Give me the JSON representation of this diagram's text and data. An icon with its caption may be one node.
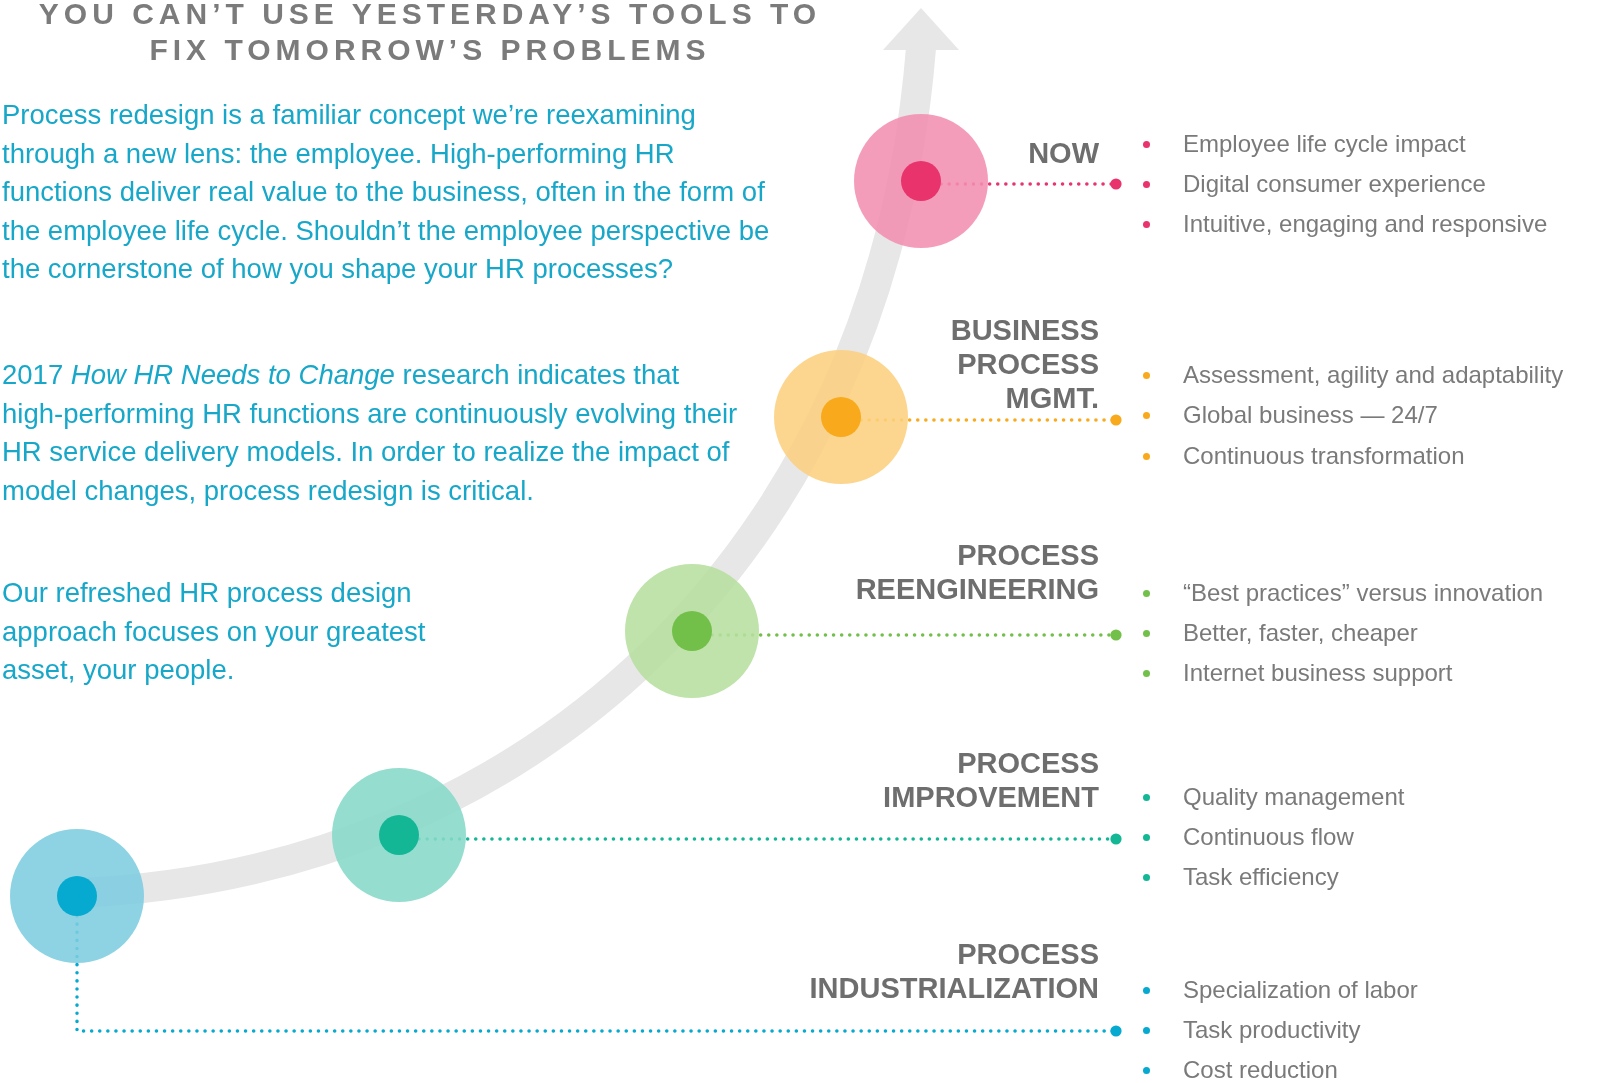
{
  "diagram": {
    "title": "YOU CAN’T USE YESTERDAY’S TOOLS TO FIX TOMORROW’S PROBLEMS",
    "nodes": [
      {
        "text": [],
        "shape": "circle"
      },
      {
        "text": [
          "NOW"
        ],
        "beside": [
          "Employee life cycle impact",
          "Digital consumer experience",
          "Intuitive, engaging and responsive"
        ]
      },
      {
        "text": [],
        "shape": "circle"
      },
      {
        "text": [
          "BUSINESS PROCESS MGMT."
        ],
        "beside": [
          "Assessment, agility and adaptability",
          "Global business — 24/7",
          "Continuous transformation"
        ]
      },
      {
        "text": [],
        "shape": "circle"
      },
      {
        "text": [
          "PROCESS REENGINEERING"
        ],
        "beside": [
          "“Best practices” versus innovation",
          "Better, faster, cheaper",
          "Internet business support"
        ]
      },
      {
        "text": [],
        "shape": "circle"
      },
      {
        "text": [
          "PROCESS IMPROVEMENT"
        ],
        "beside": [
          "Quality management",
          "Continuous flow",
          "Task efficiency"
        ]
      },
      {
        "text": [],
        "shape": "circle"
      },
      {
        "text": [
          "PROCESS INDUSTRIALIZATION"
        ],
        "beside": [
          "Specialization of labor",
          "Task productivity",
          "Cost reduction"
        ]
      }
    ],
    "edges": [
      {
        "from": 0,
        "to": 1,
        "arrow": "other",
        "style": "dashed",
        "color": "#e8336d"
      },
      {
        "from": 2,
        "to": 3,
        "arrow": "other",
        "style": "dashed",
        "color": "#f9a91c"
      },
      {
        "from": 4,
        "to": 5,
        "arrow": "other",
        "style": "dashed",
        "color": "#72c04a"
      },
      {
        "from": 6,
        "to": 7,
        "arrow": "other",
        "style": "dashed",
        "color": "#14b795"
      },
      {
        "from": 8,
        "to": 9,
        "arrow": "other",
        "style": "dashed",
        "color": "#06a9cf"
      }
    ],
    "labels": [
      "Process redesign is a familiar concept we’re reexamining through a new lens: the employee. High-performing HR functions deliver real value to the business, often in the form of the employee life cycle. Shouldn’t the employee perspective be the cornerstone of how you shape your HR processes?",
      "2017 *How HR Needs to Change* research indicates that high-performing HR functions are continuously evolving their HR service delivery models. In order to realize the impact of model changes, process redesign is critical.",
      "Our refreshed HR process design approach focuses on your greatest asset, your people."
    ]
  }
}
